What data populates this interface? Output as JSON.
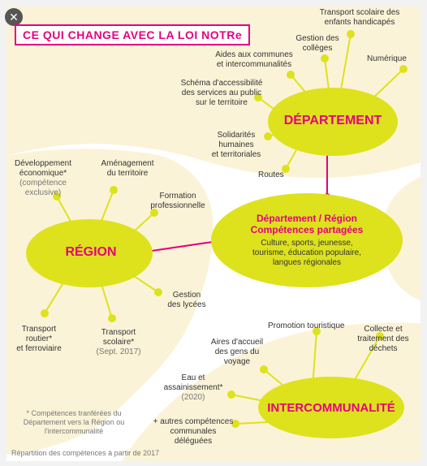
{
  "title": "CE QUI CHANGE AVEC LA LOI NOTRe",
  "close_icon": "close-icon",
  "colors": {
    "bubble": "#dde21d",
    "accent": "#e6007e",
    "cream": "#fbf3d7",
    "white": "#ffffff"
  },
  "departement": {
    "name": "DÉPARTEMENT",
    "items": [
      {
        "l1": "Transport scolaire des",
        "l2": "enfants handicapés"
      },
      {
        "l1": "Gestion des",
        "l2": "collèges"
      },
      {
        "l1": "Numérique"
      },
      {
        "l1": "Aides aux communes",
        "l2": "et intercommunalités"
      },
      {
        "l1": "Schéma d'accessibilité",
        "l2": "des services au public",
        "l3": "sur le territoire"
      },
      {
        "l1": "Solidarités",
        "l2": "humaines",
        "l3": "et territoriales"
      },
      {
        "l1": "Routes"
      }
    ]
  },
  "shared": {
    "title1": "Département / Région",
    "title2": "Compétences partagées",
    "l1": "Culture, sports, jeunesse,",
    "l2": "tourisme, éducation populaire,",
    "l3": "langues régionales"
  },
  "region": {
    "name": "RÉGION",
    "items": [
      {
        "l1": "Développement",
        "l2": "économique*",
        "g1": "(compétence",
        "g2": "exclusive)"
      },
      {
        "l1": "Aménagement",
        "l2": "du territoire"
      },
      {
        "l1": "Formation",
        "l2": "professionnelle"
      },
      {
        "l1": "Gestion",
        "l2": "des lycées"
      },
      {
        "l1": "Transport",
        "l2": "routier*",
        "l3": "et ferroviaire"
      },
      {
        "l1": "Transport",
        "l2": "scolaire*",
        "g1": "(Sept. 2017)"
      }
    ]
  },
  "interco": {
    "name": "INTERCOMMUNALITÉ",
    "items": [
      {
        "l1": "Promotion touristique"
      },
      {
        "l1": "Collecte et",
        "l2": "traitement des",
        "l3": "déchets"
      },
      {
        "l1": "Aires d'accueil",
        "l2": "des gens du",
        "l3": "voyage"
      },
      {
        "l1": "Eau et",
        "l2": "assainissement*",
        "g1": "(2020)"
      },
      {
        "l1": "+ autres compétences",
        "l2": "communales",
        "l3": "déléguées"
      }
    ]
  },
  "footnote": {
    "l1": "* Compétences tranférées du",
    "l2": "Département vers la Région ou",
    "l3": "l'intercommunalité"
  },
  "footer": "Répartition des compétences à partir de 2017"
}
